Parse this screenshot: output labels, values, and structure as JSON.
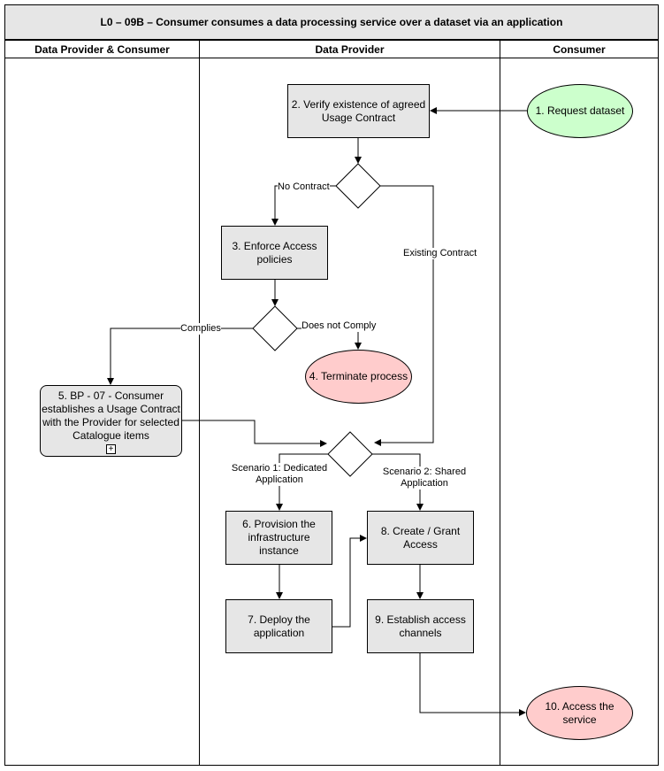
{
  "title": "L0 – 09B – Consumer consumes a data processing service over a dataset via an application",
  "lanes": [
    "Data Provider & Consumer",
    "Data Provider",
    "Consumer"
  ],
  "nodes": {
    "n1": "1. Request dataset",
    "n2": "2. Verify existence of agreed Usage Contract",
    "n3": "3. Enforce Access policies",
    "n4": "4. Terminate process",
    "n5": "5. BP - 07 - Consumer establishes a Usage Contract with the Provider for selected Catalogue items",
    "n5_marker": "+",
    "n6": "6. Provision the infrastructure instance",
    "n7": "7. Deploy the application",
    "n8": "8. Create / Grant Access",
    "n9": "9. Establish access channels",
    "n10": "10. Access the service"
  },
  "edge_labels": {
    "no_contract": "No Contract",
    "existing_contract": "Existing Contract",
    "complies": "Complies",
    "does_not_comply": "Does not Comply",
    "scenario1": "Scenario 1: Dedicated Application",
    "scenario2": "Scenario 2: Shared Application"
  },
  "colors": {
    "task_fill": "#e6e6e6",
    "start_fill": "#ccffcc",
    "end_fill": "#ffcccc",
    "stroke": "#000000"
  }
}
